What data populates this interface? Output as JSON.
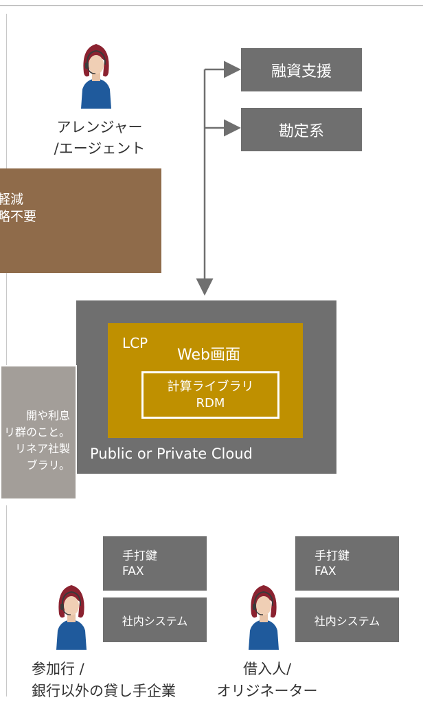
{
  "top_person": {
    "label_line1": "アレンジャー",
    "label_line2": "/エージェント"
  },
  "boxes": {
    "finance": "融資支援",
    "accounting": "勘定系"
  },
  "brown_panel": {
    "line1": "軽減",
    "line2": "略不要"
  },
  "cloud": {
    "outer_label": "Public or Private Cloud",
    "lcp_label": "LCP",
    "web_label": "Web画面",
    "lib_line1": "計算ライブラリ",
    "lib_line2": "RDM"
  },
  "note_panel": {
    "line1": "開や利息",
    "line2": "リ群のこと。",
    "line3": "リネア社製",
    "line4": "ブラリ。"
  },
  "left_group": {
    "manual_line1": "手打鍵",
    "manual_line2": "FAX",
    "system": "社内システム",
    "label_line1": "参加行 /",
    "label_line2": "銀行以外の貸し手企業"
  },
  "right_group": {
    "manual_line1": "手打鍵",
    "manual_line2": "FAX",
    "system": "社内システム",
    "label_line1": "借入人/",
    "label_line2": "オリジネーター"
  },
  "colors": {
    "gray_box": "#6f6f6f",
    "brown": "#8f6b4a",
    "gold": "#bf9000",
    "note_gray": "#a39e99",
    "person_blue": "#1f5a9c"
  }
}
